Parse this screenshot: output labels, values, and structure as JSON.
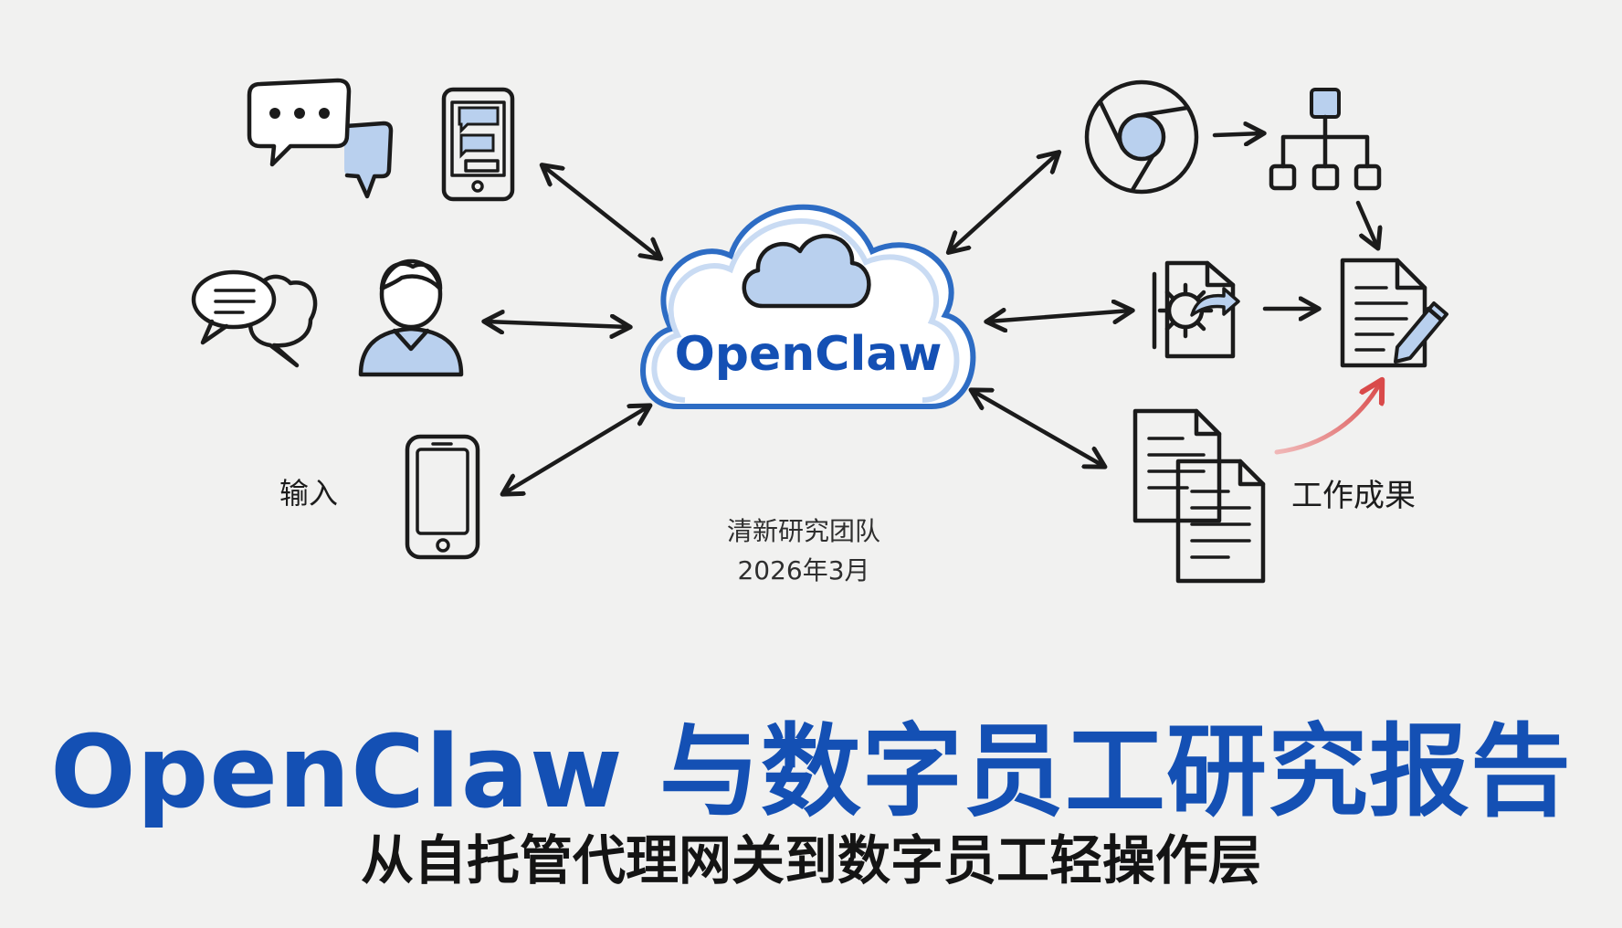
{
  "center_node": {
    "label": "OpenClaw"
  },
  "inputs_label": "输入",
  "outputs_label": "工作成果",
  "credit": {
    "team": "清新研究团队",
    "date": "2026年3月"
  },
  "title": "OpenClaw 与数字员工研究报告",
  "subtitle": "从自托管代理网关到数字员工轻操作层",
  "icons": {
    "input_top": [
      "chat-bubbles-icon",
      "phone-chat-icon"
    ],
    "input_middle": [
      "speech-bubbles-icon",
      "user-icon"
    ],
    "input_bottom": [
      "smartphone-icon"
    ],
    "output_top": [
      "browser-icon",
      "org-chart-icon"
    ],
    "output_middle": [
      "gear-automation-icon",
      "document-edit-icon"
    ],
    "output_bottom": [
      "documents-icon"
    ]
  },
  "colors": {
    "accent_blue": "#1450b4",
    "light_blue": "#b9d0ee",
    "ink": "#1b1b1b",
    "highlight_red": "#d94a4a",
    "background": "#f1f1f0"
  }
}
